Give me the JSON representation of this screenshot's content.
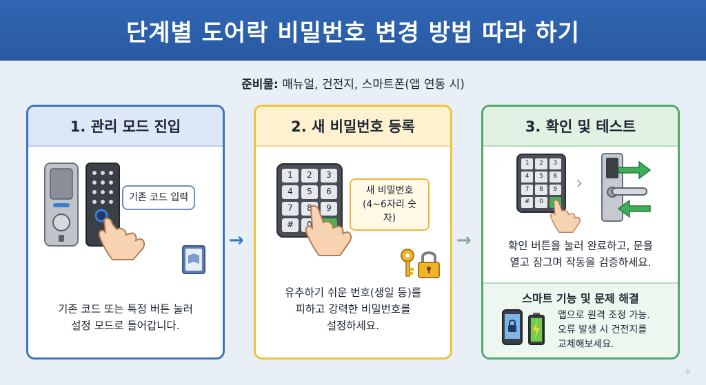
{
  "header": {
    "title": "단계별 도어락 비밀번호 변경 방법 따라 하기"
  },
  "prep": {
    "label": "준비물:",
    "items": " 매뉴얼, 건전지, 스마트폰(앱 연동 시)"
  },
  "steps": [
    {
      "title": "1. 관리 모드 진입",
      "bubble": "기존 코드 입력",
      "text_line1": "기존 코드 또는 특정 버튼 눌러",
      "text_line2": "설정 모드로 들어갑니다."
    },
    {
      "title": "2. 새 비밀번호 등록",
      "bubble_line1": "새 비밀번호",
      "bubble_line2": "(4~6자리 숫자)",
      "text_line1": "유추하기 쉬운 번호(생일 등)를",
      "text_line2": "피하고 강력한 비밀번호를",
      "text_line3": "설정하세요."
    },
    {
      "title": "3. 확인 및 테스트",
      "text_line1": "확인 버튼을 눌러 완료하고, 문을",
      "text_line2": "열고 잠그며 작동을 검증하세요.",
      "sub_title": "스마트 기능 및 문제 해결",
      "sub_line1": "앱으로 원격 조정 가능.",
      "sub_line2": "오류 발생 시 건전지를",
      "sub_line3": "교체해보세요."
    }
  ],
  "keypad": {
    "keys": [
      "1",
      "2",
      "3",
      "4",
      "5",
      "6",
      "7",
      "8",
      "9",
      "#",
      "0",
      ""
    ]
  },
  "colors": {
    "blue": "#3d73bf",
    "yellow": "#f0c23a",
    "green": "#52a866",
    "header": "#2f66b3"
  }
}
